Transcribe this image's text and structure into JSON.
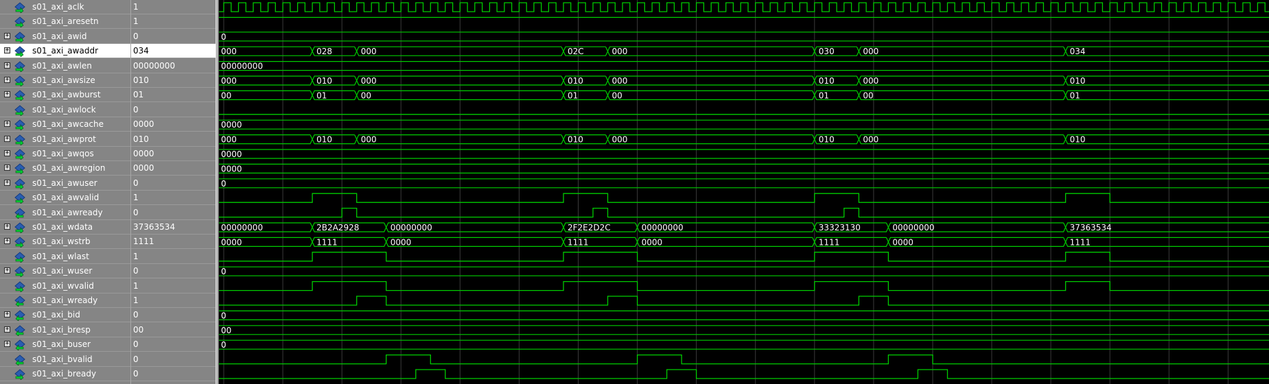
{
  "waveform": {
    "selected_signal": "s01_axi_awaddr",
    "colors": {
      "trace": "#00cc00",
      "grid": "#3a3a3a",
      "pane_bg": "#858585",
      "selection": "#ffffff"
    },
    "signals": [
      {
        "name": "s01_axi_aclk",
        "value": "1",
        "kind": "clock",
        "expandable": false,
        "dir": "in"
      },
      {
        "name": "s01_axi_aresetn",
        "value": "1",
        "kind": "const",
        "level": 1,
        "expandable": false,
        "dir": "in"
      },
      {
        "name": "s01_axi_awid",
        "value": "0",
        "kind": "bus",
        "expandable": true,
        "dir": "in",
        "segs": [
          [
            0,
            "0"
          ]
        ]
      },
      {
        "name": "s01_axi_awaddr",
        "value": "034",
        "kind": "bus",
        "expandable": true,
        "dir": "in",
        "selected": true,
        "segs": [
          [
            0,
            "000"
          ],
          [
            6,
            "028"
          ],
          [
            9,
            "000"
          ],
          [
            23,
            "02C"
          ],
          [
            26,
            "000"
          ],
          [
            40,
            "030"
          ],
          [
            43,
            "000"
          ],
          [
            57,
            "034"
          ]
        ]
      },
      {
        "name": "s01_axi_awlen",
        "value": "00000000",
        "kind": "bus",
        "expandable": true,
        "dir": "in",
        "segs": [
          [
            0,
            "00000000"
          ]
        ]
      },
      {
        "name": "s01_axi_awsize",
        "value": "010",
        "kind": "bus",
        "expandable": true,
        "dir": "in",
        "segs": [
          [
            0,
            "000"
          ],
          [
            6,
            "010"
          ],
          [
            9,
            "000"
          ],
          [
            23,
            "010"
          ],
          [
            26,
            "000"
          ],
          [
            40,
            "010"
          ],
          [
            43,
            "000"
          ],
          [
            57,
            "010"
          ]
        ]
      },
      {
        "name": "s01_axi_awburst",
        "value": "01",
        "kind": "bus",
        "expandable": true,
        "dir": "in",
        "segs": [
          [
            0,
            "00"
          ],
          [
            6,
            "01"
          ],
          [
            9,
            "00"
          ],
          [
            23,
            "01"
          ],
          [
            26,
            "00"
          ],
          [
            40,
            "01"
          ],
          [
            43,
            "00"
          ],
          [
            57,
            "01"
          ]
        ]
      },
      {
        "name": "s01_axi_awlock",
        "value": "0",
        "kind": "const",
        "level": 0,
        "expandable": false,
        "dir": "in"
      },
      {
        "name": "s01_axi_awcache",
        "value": "0000",
        "kind": "bus",
        "expandable": true,
        "dir": "in",
        "segs": [
          [
            0,
            "0000"
          ]
        ]
      },
      {
        "name": "s01_axi_awprot",
        "value": "010",
        "kind": "bus",
        "expandable": true,
        "dir": "in",
        "segs": [
          [
            0,
            "000"
          ],
          [
            6,
            "010"
          ],
          [
            9,
            "000"
          ],
          [
            23,
            "010"
          ],
          [
            26,
            "000"
          ],
          [
            40,
            "010"
          ],
          [
            43,
            "000"
          ],
          [
            57,
            "010"
          ]
        ]
      },
      {
        "name": "s01_axi_awqos",
        "value": "0000",
        "kind": "bus",
        "expandable": true,
        "dir": "in",
        "segs": [
          [
            0,
            "0000"
          ]
        ]
      },
      {
        "name": "s01_axi_awregion",
        "value": "0000",
        "kind": "bus",
        "expandable": true,
        "dir": "in",
        "segs": [
          [
            0,
            "0000"
          ]
        ]
      },
      {
        "name": "s01_axi_awuser",
        "value": "0",
        "kind": "bus",
        "expandable": true,
        "dir": "in",
        "segs": [
          [
            0,
            "0"
          ]
        ]
      },
      {
        "name": "s01_axi_awvalid",
        "value": "1",
        "kind": "pulse",
        "expandable": false,
        "dir": "in",
        "pulses": [
          [
            6,
            9
          ],
          [
            23,
            26
          ],
          [
            40,
            43
          ],
          [
            57,
            60
          ]
        ]
      },
      {
        "name": "s01_axi_awready",
        "value": "0",
        "kind": "pulse",
        "expandable": false,
        "dir": "out",
        "pulses": [
          [
            8,
            9
          ],
          [
            25,
            26
          ],
          [
            42,
            43
          ]
        ]
      },
      {
        "name": "s01_axi_wdata",
        "value": "37363534",
        "kind": "bus",
        "expandable": true,
        "dir": "in",
        "segs": [
          [
            0,
            "00000000"
          ],
          [
            6,
            "2B2A2928"
          ],
          [
            11,
            "00000000"
          ],
          [
            23,
            "2F2E2D2C"
          ],
          [
            28,
            "00000000"
          ],
          [
            40,
            "33323130"
          ],
          [
            45,
            "00000000"
          ],
          [
            57,
            "37363534"
          ]
        ]
      },
      {
        "name": "s01_axi_wstrb",
        "value": "1111",
        "kind": "bus",
        "expandable": true,
        "dir": "in",
        "segs": [
          [
            0,
            "0000"
          ],
          [
            6,
            "1111"
          ],
          [
            11,
            "0000"
          ],
          [
            23,
            "1111"
          ],
          [
            28,
            "0000"
          ],
          [
            40,
            "1111"
          ],
          [
            45,
            "0000"
          ],
          [
            57,
            "1111"
          ]
        ]
      },
      {
        "name": "s01_axi_wlast",
        "value": "1",
        "kind": "pulse",
        "expandable": false,
        "dir": "in",
        "pulses": [
          [
            6,
            11
          ],
          [
            23,
            28
          ],
          [
            40,
            45
          ],
          [
            57,
            60
          ]
        ]
      },
      {
        "name": "s01_axi_wuser",
        "value": "0",
        "kind": "bus",
        "expandable": true,
        "dir": "in",
        "segs": [
          [
            0,
            "0"
          ]
        ]
      },
      {
        "name": "s01_axi_wvalid",
        "value": "1",
        "kind": "pulse",
        "expandable": false,
        "dir": "in",
        "pulses": [
          [
            6,
            11
          ],
          [
            23,
            28
          ],
          [
            40,
            45
          ],
          [
            57,
            60
          ]
        ]
      },
      {
        "name": "s01_axi_wready",
        "value": "1",
        "kind": "pulse",
        "expandable": false,
        "dir": "out",
        "pulses": [
          [
            9,
            11
          ],
          [
            26,
            28
          ],
          [
            43,
            45
          ]
        ]
      },
      {
        "name": "s01_axi_bid",
        "value": "0",
        "kind": "bus",
        "expandable": true,
        "dir": "out",
        "segs": [
          [
            0,
            "0"
          ]
        ]
      },
      {
        "name": "s01_axi_bresp",
        "value": "00",
        "kind": "bus",
        "expandable": true,
        "dir": "out",
        "segs": [
          [
            0,
            "00"
          ]
        ]
      },
      {
        "name": "s01_axi_buser",
        "value": "0",
        "kind": "bus",
        "expandable": true,
        "dir": "out",
        "segs": [
          [
            0,
            "0"
          ]
        ]
      },
      {
        "name": "s01_axi_bvalid",
        "value": "0",
        "kind": "pulse",
        "expandable": false,
        "dir": "out",
        "pulses": [
          [
            11,
            14
          ],
          [
            28,
            31
          ],
          [
            45,
            48
          ]
        ]
      },
      {
        "name": "s01_axi_bready",
        "value": "0",
        "kind": "pulse",
        "expandable": false,
        "dir": "in",
        "pulses": [
          [
            13,
            15
          ],
          [
            30,
            32
          ],
          [
            47,
            49
          ]
        ]
      }
    ]
  }
}
